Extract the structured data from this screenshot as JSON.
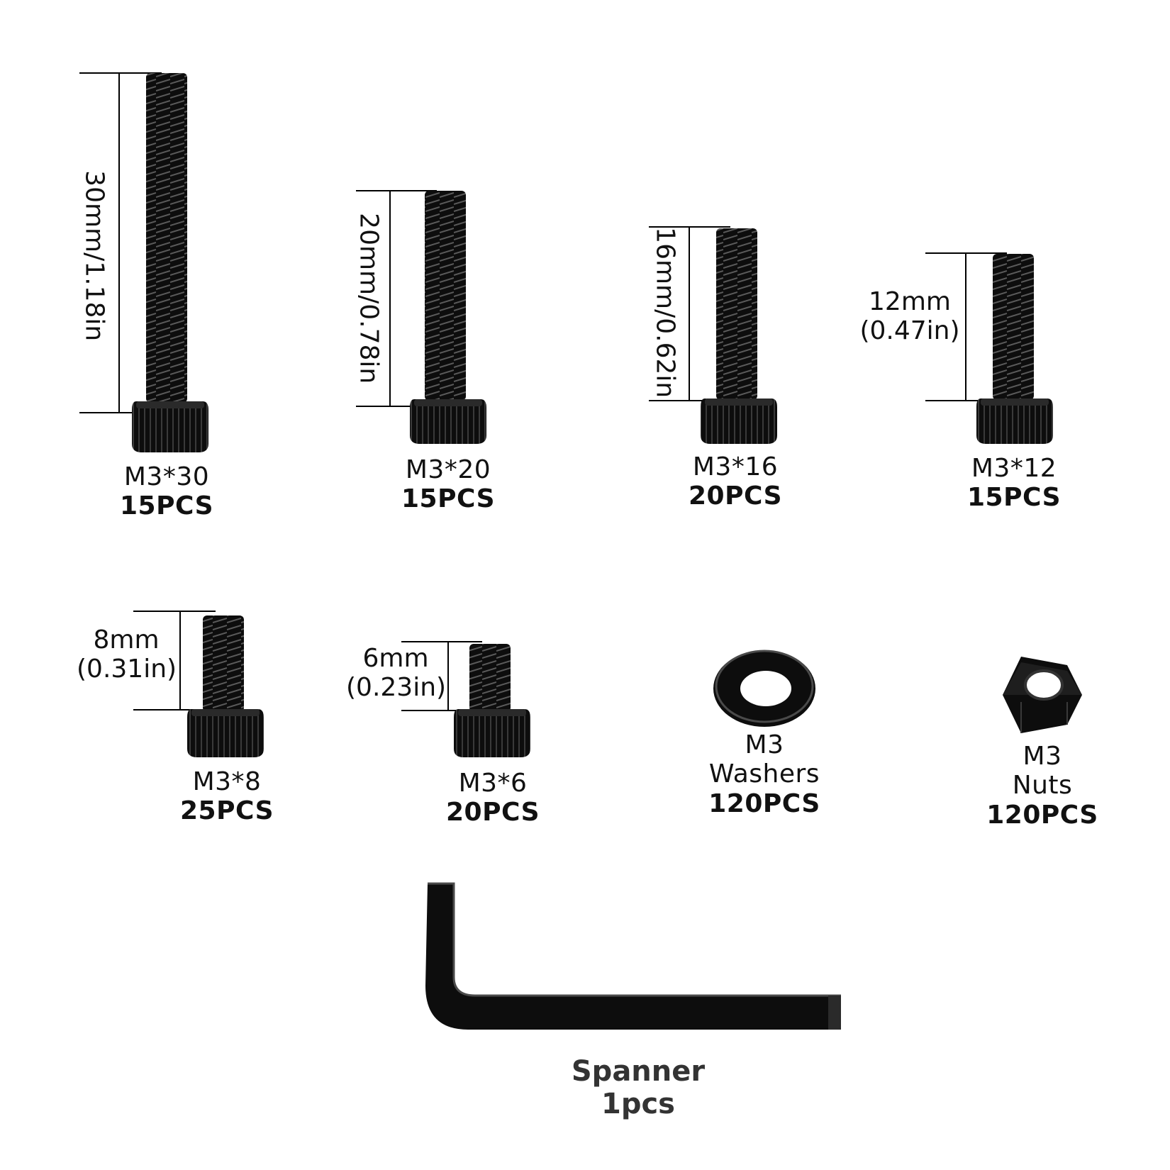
{
  "items": [
    {
      "size": "M3*30",
      "qty": "15PCS",
      "dim": "30mm/1.18in"
    },
    {
      "size": "M3*20",
      "qty": "15PCS",
      "dim": "20mm/0.78in"
    },
    {
      "size": "M3*16",
      "qty": "20PCS",
      "dim": "16mm/0.62in"
    },
    {
      "size": "M3*12",
      "qty": "15PCS",
      "dim_line1": "12mm",
      "dim_line2": "(0.47in)"
    },
    {
      "size": "M3*8",
      "qty": "25PCS",
      "dim_line1": "8mm",
      "dim_line2": "(0.31in)"
    },
    {
      "size": "M3*6",
      "qty": "20PCS",
      "dim_line1": "6mm",
      "dim_line2": "(0.23in)"
    },
    {
      "size": "M3",
      "name": "Washers",
      "qty": "120PCS"
    },
    {
      "size": "M3",
      "name": "Nuts",
      "qty": "120PCS"
    }
  ],
  "spanner": {
    "name": "Spanner",
    "qty": "1pcs"
  },
  "colors": {
    "hardware": "#0d0d0d",
    "highlight": "#3a3a3a",
    "line": "#000000"
  }
}
